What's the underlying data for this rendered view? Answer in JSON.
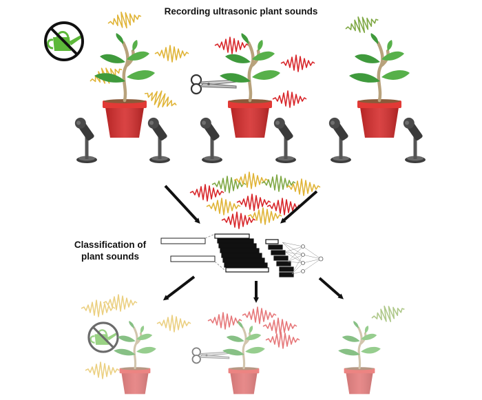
{
  "title": "Recording ultrasonic plant sounds",
  "classification_label": {
    "line1": "Classification of",
    "line2": "plant sounds"
  },
  "colors": {
    "wave_yellow": "#e0b437",
    "wave_red": "#d8262a",
    "wave_green": "#7fa844",
    "pot": "#d42a2a",
    "leaf": "#3f9a3c",
    "stem": "#b8a27c",
    "mic": "#444444",
    "arrow": "#111111",
    "watering_can": "#5db83a"
  },
  "icons": [
    "watering-can-icon",
    "no-symbol-icon",
    "scissors-icon",
    "microphone-icon",
    "plant-icon",
    "neural-network-icon"
  ]
}
